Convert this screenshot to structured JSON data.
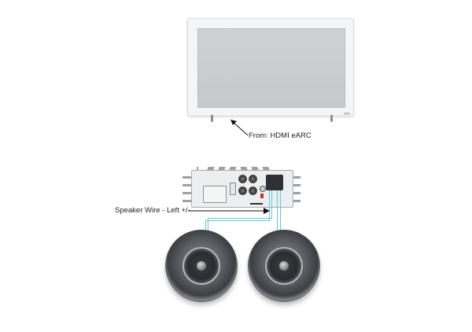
{
  "diagram": {
    "title": "",
    "components": [
      {
        "id": "tv",
        "name": "TV / Display"
      },
      {
        "id": "amplifier",
        "name": "Amplifier"
      },
      {
        "id": "speaker-left",
        "name": "In-ceiling speaker"
      },
      {
        "id": "speaker-right",
        "name": "In-ceiling speaker"
      }
    ],
    "labels": {
      "hdmi": "From: HDMI eARC",
      "speaker_wire": "Speaker Wire - Left +/-"
    },
    "connections": [
      {
        "from": "tv",
        "to": "amplifier",
        "label": "From: HDMI eARC"
      },
      {
        "from": "amplifier",
        "to": "speaker-left",
        "label": "Speaker Wire - Left +/-"
      },
      {
        "from": "amplifier",
        "to": "speaker-right",
        "label": ""
      }
    ],
    "colors": {
      "wire": "#5fc8dc",
      "arrow": "#111111",
      "tv_frame": "#f4f5f6",
      "tv_screen": "#c9cbcd"
    }
  }
}
